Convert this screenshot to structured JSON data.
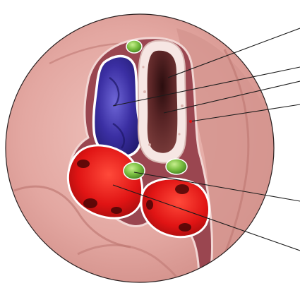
{
  "illustration": {
    "colors": {
      "background": "#ffffff",
      "tissue_light": "#e9b3ad",
      "tissue_mid": "#d98f89",
      "tissue_dark": "#b8615d",
      "tissue_outline": "#3a2a2a",
      "fold_line": "#c87f7a",
      "sheath": "#8e3c44",
      "vein": "#3b2fa3",
      "vein_dark": "#1d1766",
      "vein_light": "#7a74d8",
      "trachea_ring": "#f6e6e3",
      "trachea_lumen": "#5a2526",
      "trachea_lumen_dark": "#2a0d0e",
      "artery": "#e01414",
      "artery_dark": "#5a0808",
      "lymph_node": "#7cc043",
      "lymph_node_dark": "#3f7d1c",
      "leader_line": "#1b1b1b"
    },
    "structures": [
      {
        "name": "trachea",
        "icon": "trachea-shape"
      },
      {
        "name": "superior-vena-cava",
        "icon": "vein-shape"
      },
      {
        "name": "aorta",
        "icon": "artery-shape"
      },
      {
        "name": "pulmonary-artery",
        "icon": "artery-shape"
      },
      {
        "name": "lymph-node",
        "icon": "lymph-node-shape"
      }
    ],
    "leader_lines_count": 6
  }
}
